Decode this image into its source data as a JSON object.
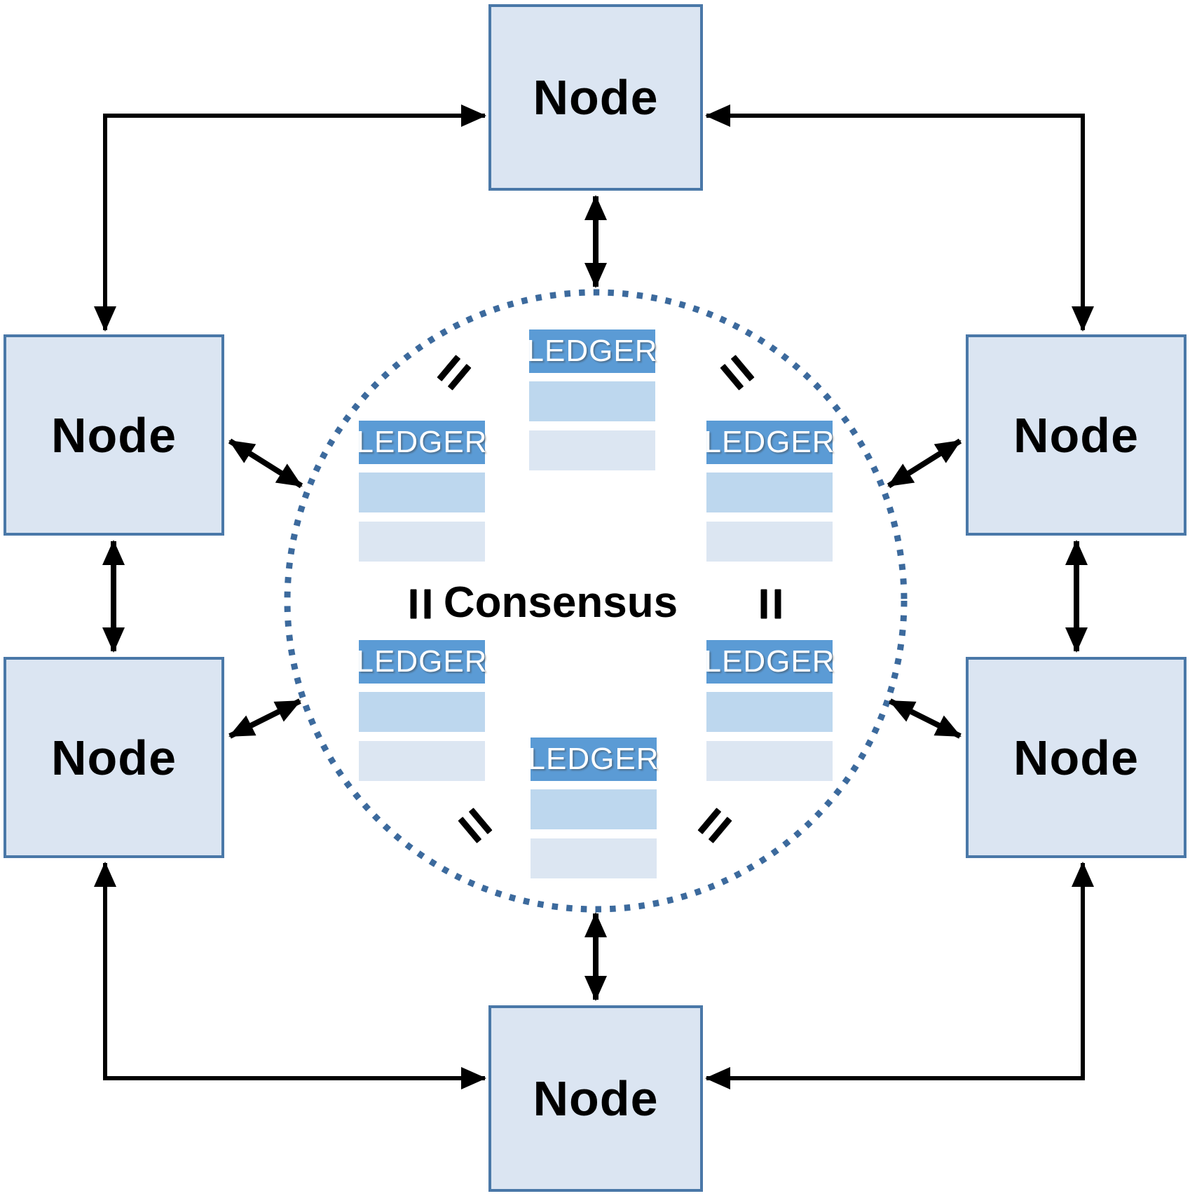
{
  "labels": {
    "node": "Node",
    "ledger": "LEDGER",
    "consensus": "Consensus"
  },
  "nodes": [
    {
      "id": "top",
      "label": "Node"
    },
    {
      "id": "upper-left",
      "label": "Node"
    },
    {
      "id": "upper-right",
      "label": "Node"
    },
    {
      "id": "lower-left",
      "label": "Node"
    },
    {
      "id": "lower-right",
      "label": "Node"
    },
    {
      "id": "bottom",
      "label": "Node"
    }
  ],
  "ledgers": [
    {
      "id": "top-center",
      "label": "LEDGER",
      "rows": 2
    },
    {
      "id": "mid-left",
      "label": "LEDGER",
      "rows": 2
    },
    {
      "id": "mid-right",
      "label": "LEDGER",
      "rows": 2
    },
    {
      "id": "lower-left",
      "label": "LEDGER",
      "rows": 2
    },
    {
      "id": "lower-right",
      "label": "LEDGER",
      "rows": 2
    },
    {
      "id": "bottom-center",
      "label": "LEDGER",
      "rows": 2
    }
  ],
  "consensus_ring": {
    "label": "Consensus",
    "style": "dotted-circle"
  },
  "colors": {
    "node_fill": "#dbe5f2",
    "node_border": "#4a78a8",
    "ledger_header": "#5b9bd5",
    "ledger_row1": "#bdd7ee",
    "ledger_row2": "#dce6f2",
    "ledger_text": "#ffffff",
    "circle_dot": "#3c6a9d",
    "arrow": "#000000",
    "text": "#000000"
  }
}
